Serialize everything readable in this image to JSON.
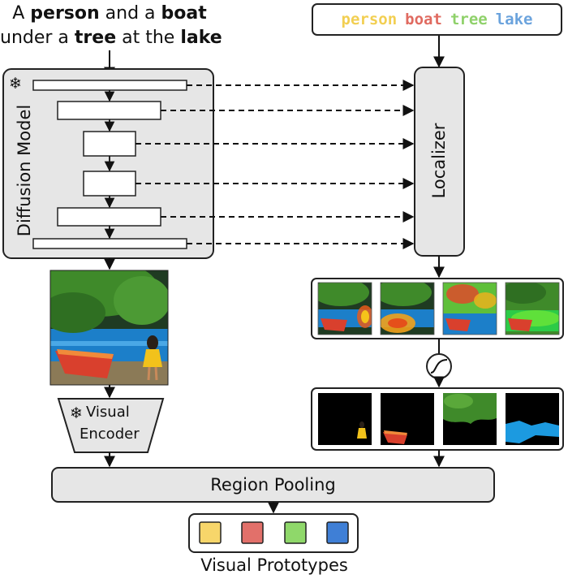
{
  "prompt": {
    "line1": [
      "A ",
      "person",
      " and a ",
      "boat"
    ],
    "line2": [
      "under a ",
      "tree",
      " at the ",
      "lake"
    ]
  },
  "tokens": [
    {
      "text": "person",
      "color": "#f2cf52"
    },
    {
      "text": "boat",
      "color": "#e06b61"
    },
    {
      "text": "tree",
      "color": "#8fd16a"
    },
    {
      "text": "lake",
      "color": "#6ba3dd"
    }
  ],
  "diffusion_model": {
    "label": "Diffusion Model",
    "frozen_icon": "snowflake-icon"
  },
  "localizer": {
    "label": "Localizer"
  },
  "visual_encoder": {
    "label_line1": "Visual",
    "label_line2": "Encoder",
    "frozen_icon": "snowflake-icon"
  },
  "region_pooling": {
    "label": "Region Pooling"
  },
  "sigmoid": {
    "icon": "sigmoid-icon"
  },
  "prototypes": {
    "label": "Visual Prototypes",
    "colors": [
      "#f7d66a",
      "#e2706a",
      "#8fd86a",
      "#3f7fd6"
    ]
  },
  "colors": {
    "block_fill": "#e6e6e6",
    "stroke": "#222222",
    "sky": "#1f3b22",
    "water": "#1c7fc9",
    "foliage": "#3f8a2a",
    "boat": "#d9402d",
    "person": "#f2c21b"
  }
}
